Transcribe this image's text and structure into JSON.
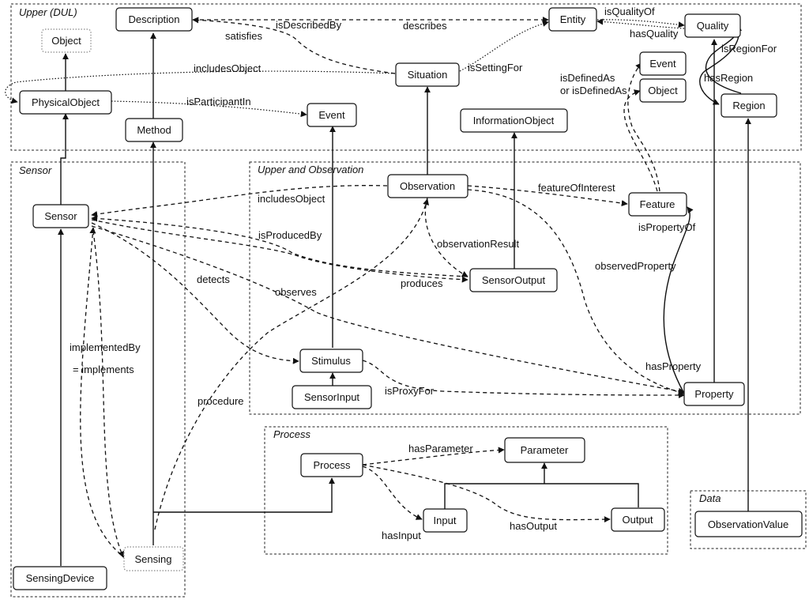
{
  "groups": {
    "upper_dul": "Upper (DUL)",
    "sensor": "Sensor",
    "upper_observation": "Upper and Observation",
    "process": "Process",
    "data": "Data"
  },
  "nodes": {
    "object_top": "Object",
    "description": "Description",
    "entity": "Entity",
    "quality": "Quality",
    "situation": "Situation",
    "event_right": "Event",
    "object_right": "Object",
    "physical_object": "PhysicalObject",
    "event_mid": "Event",
    "method": "Method",
    "information_object": "InformationObject",
    "region": "Region",
    "sensor": "Sensor",
    "observation": "Observation",
    "feature": "Feature",
    "sensor_output": "SensorOutput",
    "stimulus": "Stimulus",
    "sensor_input": "SensorInput",
    "property": "Property",
    "process": "Process",
    "parameter": "Parameter",
    "input": "Input",
    "output": "Output",
    "sensing": "Sensing",
    "sensing_device": "SensingDevice",
    "observation_value": "ObservationValue"
  },
  "edge_labels": {
    "is_described_by": "isDescribedBy",
    "satisfies": "satisfies",
    "describes": "describes",
    "is_quality_of": "isQualityOf",
    "has_quality": "hasQuality",
    "includes_object_top": "includesObject",
    "is_setting_for": "isSettingFor",
    "is_region_for": "isRegionFor",
    "has_region": "hasRegion",
    "is_defined_as_1": "isDefinedAs",
    "is_defined_as_2": "or isDefinedAs",
    "is_participant_in": "isParticipantIn",
    "feature_of_interest": "featureOfInterest",
    "includes_object_mid": "includesObject",
    "is_property_of": "isPropertyOf",
    "is_produced_by": "isProducedBy",
    "observation_result": "observationResult",
    "observed_property": "observedProperty",
    "detects": "detects",
    "produces": "produces",
    "observes": "observes",
    "implemented_by": "implementedBy",
    "implements": "= implements",
    "has_property": "hasProperty",
    "is_proxy_for": "isProxyFor",
    "procedure": "procedure",
    "has_parameter": "hasParameter",
    "has_output": "hasOutput",
    "has_input": "hasInput"
  }
}
